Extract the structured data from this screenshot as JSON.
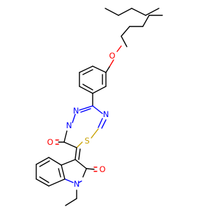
{
  "colors": {
    "background": "#ffffff",
    "carbon_bond": "#000000",
    "oxygen": "#ff0000",
    "nitrogen": "#0000ff",
    "sulfur": "#c8a000"
  },
  "atoms": {
    "ether_oxygen": "O",
    "triazole_n_top": "N",
    "triazole_n_left": "N",
    "triazole_n_right": "N",
    "thiazole_s": "S",
    "thiazolone_o": "O",
    "indolinone_o": "O",
    "indole_n": "N"
  }
}
